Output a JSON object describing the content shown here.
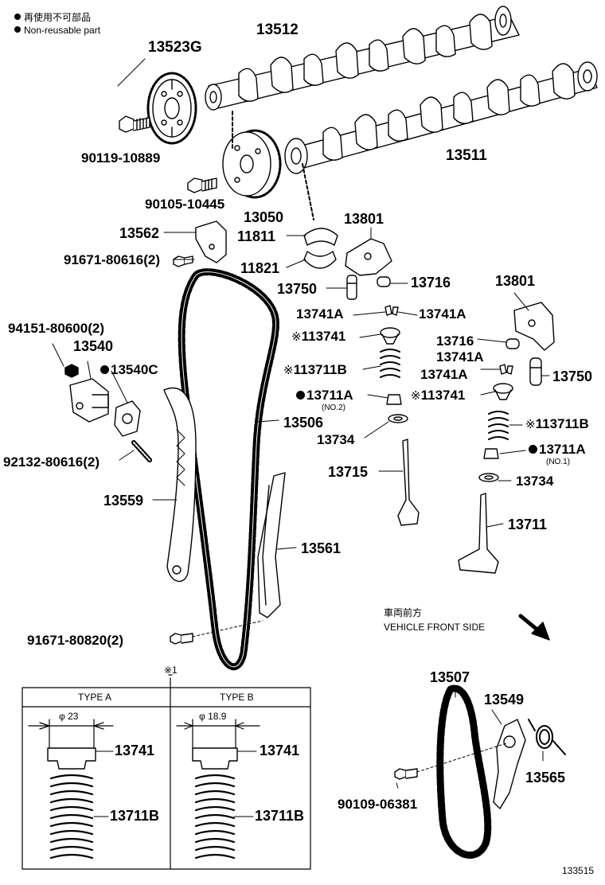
{
  "legend": {
    "nonreusable_jp": "再使用不可部品",
    "nonreusable_en": "Non-reusable part"
  },
  "front_side": {
    "jp": "車両前方",
    "en": "VEHICLE FRONT SIDE"
  },
  "parts": {
    "p13512": "13512",
    "p13523G": "13523G",
    "p90119": "90119-10889",
    "p13511": "13511",
    "p90105": "90105-10445",
    "p13050": "13050",
    "p13562": "13562",
    "p11811": "11811",
    "p13801a": "13801",
    "p91671a": "91671-80616(2)",
    "p11821": "11821",
    "p13750a": "13750",
    "p13716a": "13716",
    "p13801b": "13801",
    "p94151": "94151-80600(2)",
    "p13741A_l": "13741A",
    "p13741A_r": "13741A",
    "p13540": "13540",
    "p13741_a": "13741",
    "p13716b": "13716",
    "p13540C": "13540C",
    "p13741A_b": "13741A",
    "p13711B_a": "13711B",
    "p13741A_c": "13741A",
    "p13750b": "13750",
    "p13711A_a": "13711A",
    "no2": "(NO.2)",
    "p13741_b": "13741",
    "p13506": "13506",
    "p13711B_b": "13711B",
    "p13734a": "13734",
    "p13711A_b": "13711A",
    "no1": "(NO.1)",
    "p92132": "92132-80616(2)",
    "p13715": "13715",
    "p13734b": "13734",
    "p13559": "13559",
    "p13711": "13711",
    "p13561": "13561",
    "p91671b": "91671-80820(2)",
    "p13507": "13507",
    "p13549": "13549",
    "p13565": "13565",
    "p90109": "90109-06381"
  },
  "marks": {
    "ref1": "※1",
    "ref": "※"
  },
  "table": {
    "type_a": "TYPE A",
    "type_b": "TYPE B",
    "dia_a": "φ 23",
    "dia_b": "φ 18.9",
    "a_retainer": "13741",
    "a_spring": "13711B",
    "b_retainer": "13741",
    "b_spring": "13711B"
  },
  "figure_number": "133515"
}
